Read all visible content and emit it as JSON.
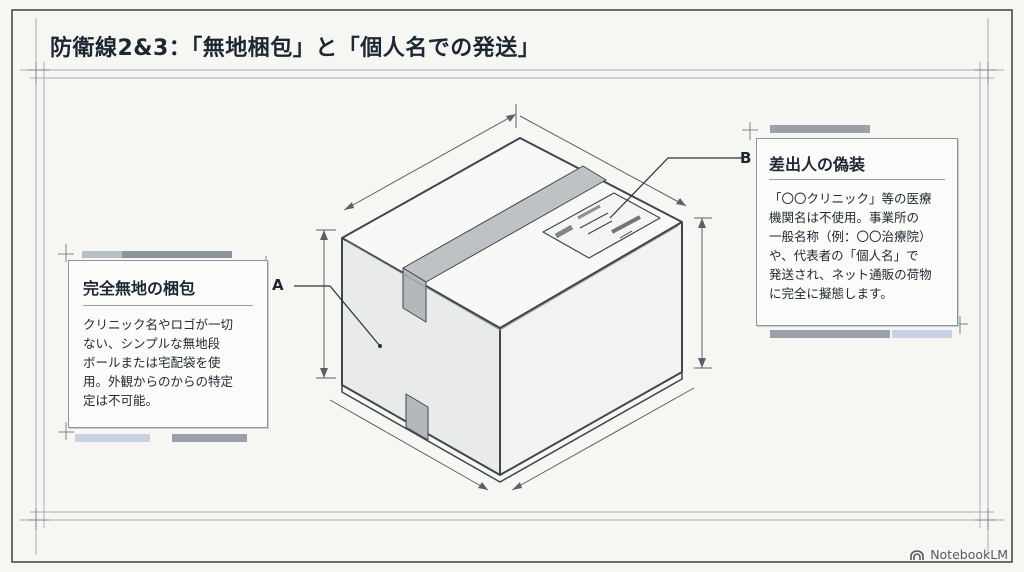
{
  "title": "防衛線2&3：「無地梱包」と「個人名での発送」",
  "panel_a": {
    "marker": "A",
    "title": "完全無地の梱包",
    "lines": [
      "クリニック名やロゴが一切",
      "ない、シンプルな無地段",
      "ボールまたは宅配袋を使",
      "用。外観からのからの特定",
      "定は不可能。"
    ]
  },
  "panel_b": {
    "marker": "B",
    "title": "差出人の偽装",
    "lines": [
      "「〇〇クリニック」等の医療",
      "機関名は不使用。事業所の",
      "一般名称（例：〇〇治療院）",
      "や、代表者の「個人名」で",
      "発送され、ネット通販の荷物",
      "に完全に擬態します。"
    ]
  },
  "brand": {
    "label": "NotebookLM"
  },
  "colors": {
    "line": "#4a525b",
    "accent": "#c9d2e3",
    "tape": "#b9bcbf"
  }
}
